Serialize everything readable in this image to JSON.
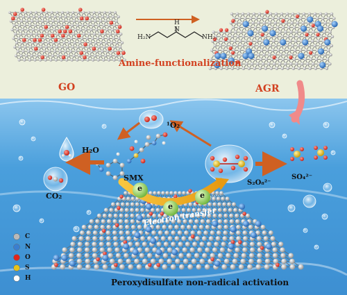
{
  "top_panel": {
    "go_label": "GO",
    "agr_label": "AGR",
    "arrow_caption": "Amine-functionalization",
    "reagent_left_amine": "H₂N",
    "reagent_mid_amine": "H",
    "reagent_mid_n": "N",
    "reagent_right_amine": "NH₂"
  },
  "bottom_panel": {
    "singlet_oxygen": "¹O₂",
    "water": "H₂O",
    "carbon_dioxide": "CO₂",
    "smx": "SMX",
    "persulfate": "S₂O₈²⁻",
    "sulfate": "SO₄²⁻",
    "electron": "e",
    "electron_transfer": "Electron transfer",
    "caption": "Peroxydisulfate non-radical activation"
  },
  "legend": [
    {
      "symbol": "C",
      "color": "#b9b9b9",
      "icon": "carbon-atom-icon"
    },
    {
      "symbol": "N",
      "color": "#3a7fd0",
      "icon": "nitrogen-atom-icon"
    },
    {
      "symbol": "O",
      "color": "#e0261c",
      "icon": "oxygen-atom-icon"
    },
    {
      "symbol": "S",
      "color": "#e7c21a",
      "icon": "sulfur-atom-icon"
    },
    {
      "symbol": "H",
      "color": "#ffffff",
      "icon": "hydrogen-atom-icon"
    }
  ],
  "colors": {
    "top_background": "#ecefdc",
    "water_background": "#56a9e0",
    "reaction_arrow": "#cf6022",
    "label_red": "#d2401f",
    "transfer_arrow": "#f3b326",
    "electron_green": "#a6da72"
  }
}
